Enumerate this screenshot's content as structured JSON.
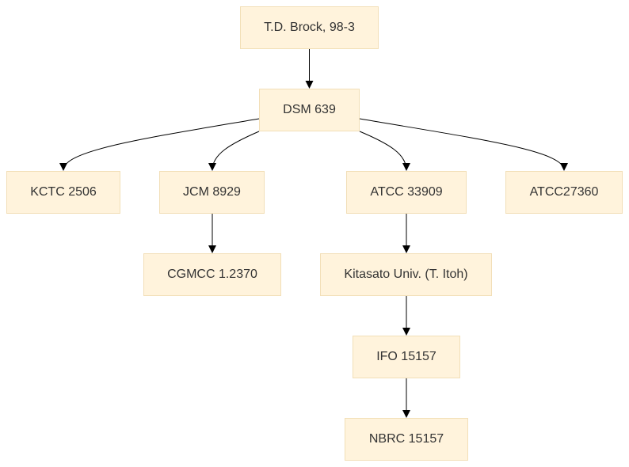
{
  "diagram": {
    "nodes": {
      "brock": "T.D. Brock, 98-3",
      "dsm": "DSM 639",
      "kctc": "KCTC 2506",
      "jcm": "JCM 8929",
      "atcc1": "ATCC 33909",
      "atcc2": "ATCC27360",
      "cgmcc": "CGMCC 1.2370",
      "kitasato": "Kitasato Univ. (T. Itoh)",
      "ifo": "IFO 15157",
      "nbrc": "NBRC 15157"
    },
    "edges": [
      [
        "brock",
        "dsm"
      ],
      [
        "dsm",
        "kctc"
      ],
      [
        "dsm",
        "jcm"
      ],
      [
        "dsm",
        "atcc1"
      ],
      [
        "dsm",
        "atcc2"
      ],
      [
        "jcm",
        "cgmcc"
      ],
      [
        "atcc1",
        "kitasato"
      ],
      [
        "kitasato",
        "ifo"
      ],
      [
        "ifo",
        "nbrc"
      ]
    ],
    "colors": {
      "node_fill": "#fff3dc",
      "node_border": "#f2dfb7",
      "edge": "#000000",
      "text": "#333333"
    }
  }
}
